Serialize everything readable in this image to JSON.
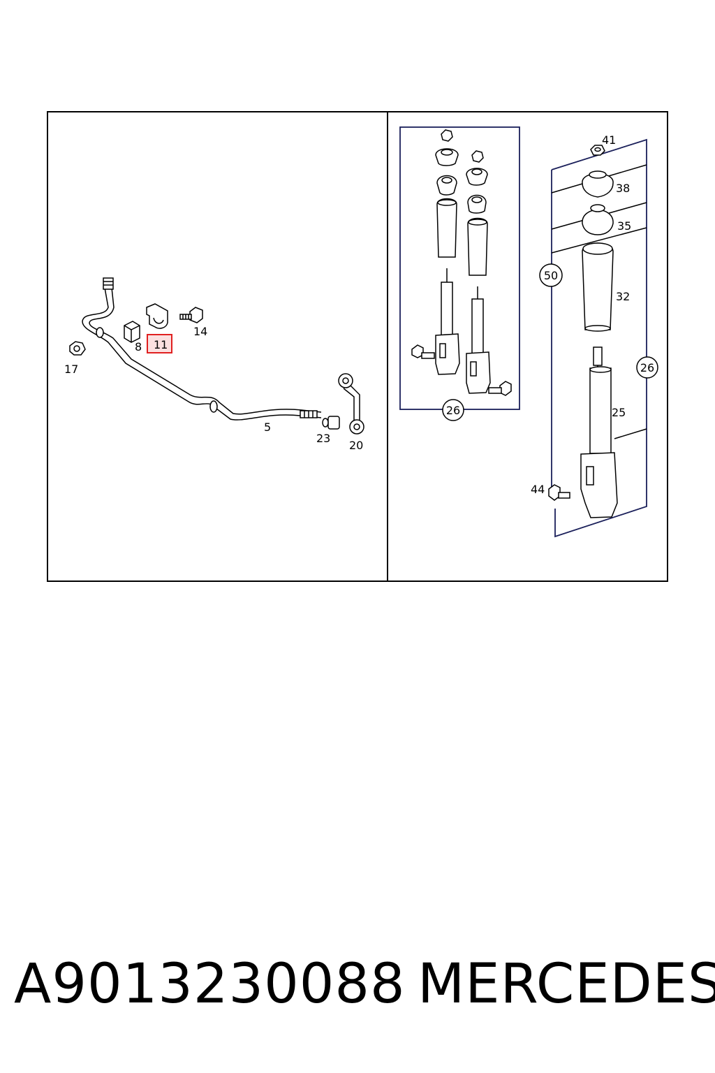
{
  "diagram": {
    "left_panel_labels": {
      "p17": "17",
      "p8": "8",
      "p11": "11",
      "p14": "14",
      "p5": "5",
      "p23": "23",
      "p20": "20"
    },
    "middle_panel_labels": {
      "bubble26": "26"
    },
    "right_panel_labels": {
      "p41": "41",
      "p38": "38",
      "p35": "35",
      "bubble50": "50",
      "p32": "32",
      "bubble26": "26",
      "p25": "25",
      "p44": "44"
    },
    "highlight_color": "#e02020",
    "frame_color": "#1a1f5a"
  },
  "caption": {
    "part_number": "A9013230088",
    "brand": "MERCEDES"
  }
}
